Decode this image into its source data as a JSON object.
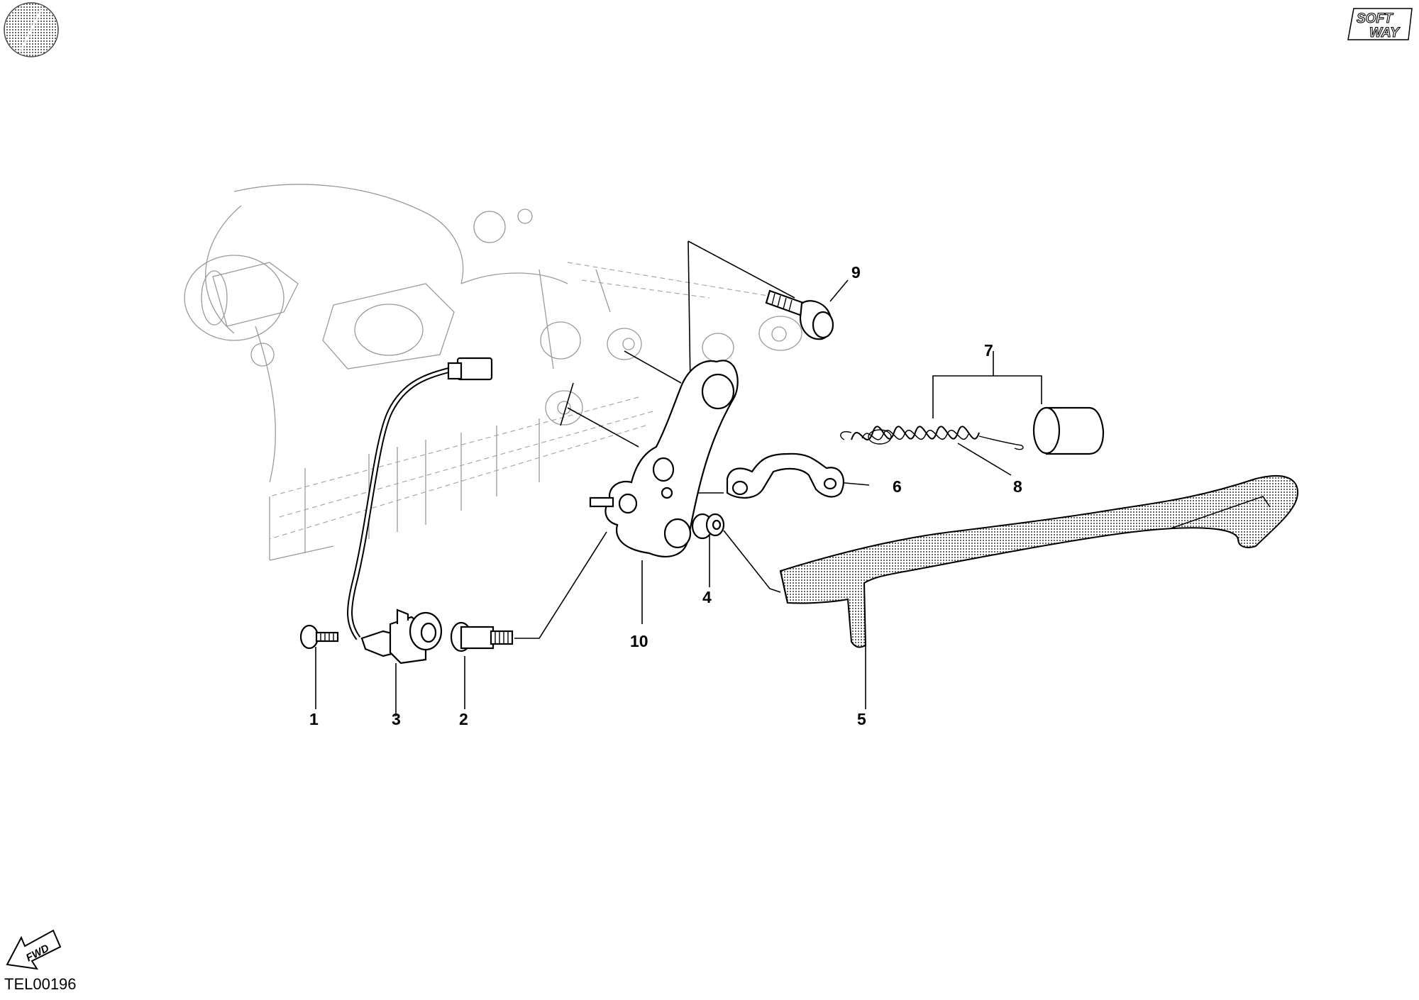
{
  "drawing_code": "TEL00196",
  "brand_logo": {
    "top": "SOFT",
    "bottom": "WAY"
  },
  "direction_badge": "FWD",
  "callouts": [
    {
      "id": "1",
      "label": "1"
    },
    {
      "id": "2",
      "label": "2"
    },
    {
      "id": "3",
      "label": "3"
    },
    {
      "id": "4",
      "label": "4"
    },
    {
      "id": "5",
      "label": "5"
    },
    {
      "id": "6",
      "label": "6"
    },
    {
      "id": "7",
      "label": "7"
    },
    {
      "id": "8",
      "label": "8"
    },
    {
      "id": "9",
      "label": "9"
    },
    {
      "id": "10",
      "label": "10"
    }
  ],
  "colors": {
    "line": "#000000",
    "ghost": "#9a9a9a",
    "background": "#ffffff"
  }
}
